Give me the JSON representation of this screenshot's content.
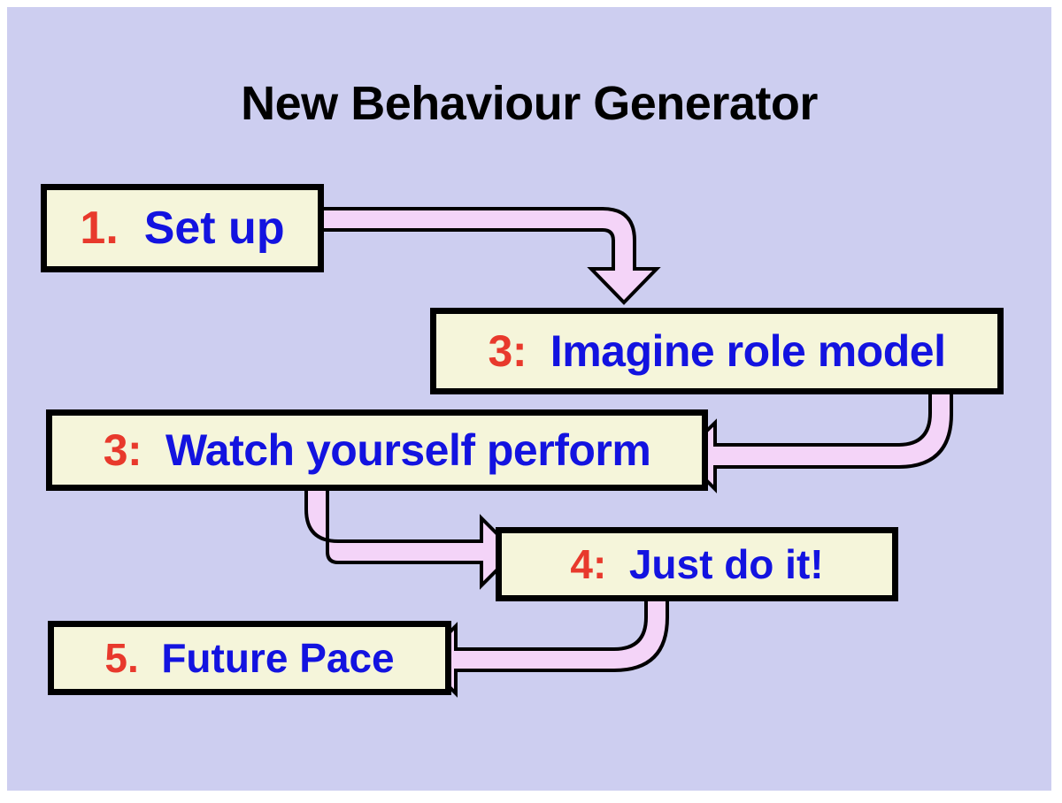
{
  "slide": {
    "background_color": "#cdcef0",
    "title": "New Behaviour Generator"
  },
  "palette": {
    "box_fill": "#f5f5da",
    "box_border": "#000000",
    "number_color": "#e8392c",
    "label_color": "#1313e0",
    "arrow_fill": "#f4d4f8",
    "arrow_stroke": "#000000",
    "title_color": "#000000"
  },
  "steps": [
    {
      "id": "step-1",
      "number": "1.",
      "label": "Set up"
    },
    {
      "id": "step-2",
      "number": "3:",
      "label": "Imagine role model"
    },
    {
      "id": "step-3",
      "number": "3:",
      "label": "Watch yourself perform"
    },
    {
      "id": "step-4",
      "number": "4:",
      "label": "Just do it!"
    },
    {
      "id": "step-5",
      "number": "5.",
      "label": "Future Pace"
    }
  ],
  "connectors": [
    {
      "id": "connector-1",
      "from": "step-1",
      "to": "step-2",
      "direction": "down"
    },
    {
      "id": "connector-2",
      "from": "step-2",
      "to": "step-3",
      "direction": "left"
    },
    {
      "id": "connector-3",
      "from": "step-3",
      "to": "step-4",
      "direction": "right"
    },
    {
      "id": "connector-4",
      "from": "step-4",
      "to": "step-5",
      "direction": "left"
    }
  ]
}
